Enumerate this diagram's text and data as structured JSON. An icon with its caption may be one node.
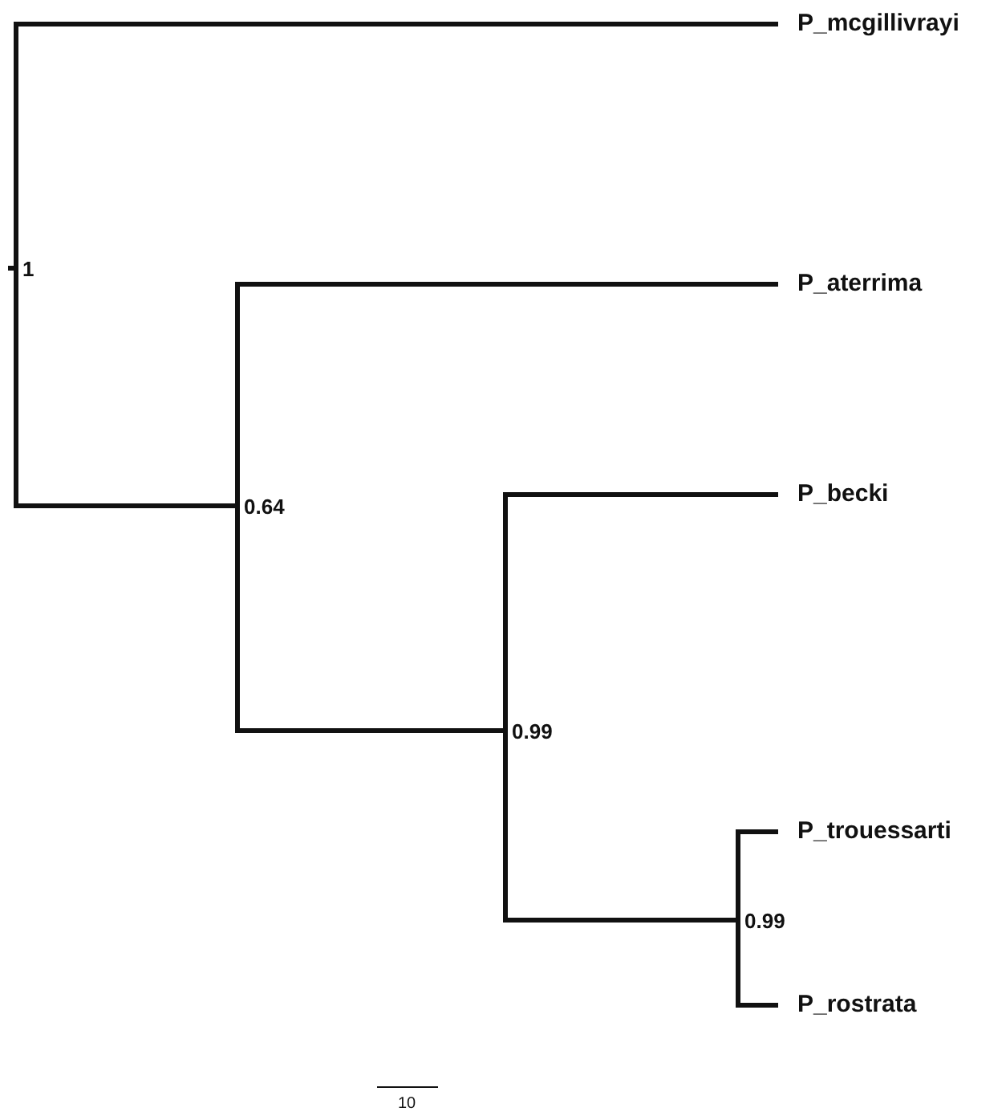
{
  "diagram": {
    "nodes": [
      {
        "text": [
          "1"
        ]
      },
      {
        "text": [
          "P_mcgillivrayi"
        ]
      },
      {
        "text": [
          "0.64"
        ]
      },
      {
        "text": [
          "P_aterrima"
        ]
      },
      {
        "text": [
          "0.99"
        ]
      },
      {
        "text": [
          "P_becki"
        ]
      },
      {
        "text": [
          "0.99"
        ]
      },
      {
        "text": [
          "P_trouessarti"
        ]
      },
      {
        "text": [
          "P_rostrata"
        ]
      }
    ],
    "edges": [
      {
        "from": 0,
        "to": 1,
        "arrow": "none"
      },
      {
        "from": 0,
        "to": 2,
        "arrow": "none"
      },
      {
        "from": 2,
        "to": 3,
        "arrow": "none"
      },
      {
        "from": 2,
        "to": 4,
        "arrow": "none"
      },
      {
        "from": 4,
        "to": 5,
        "arrow": "none"
      },
      {
        "from": 4,
        "to": 6,
        "arrow": "none"
      },
      {
        "from": 6,
        "to": 7,
        "arrow": "none"
      },
      {
        "from": 6,
        "to": 8,
        "arrow": "none"
      }
    ],
    "labels": [
      "10"
    ]
  }
}
